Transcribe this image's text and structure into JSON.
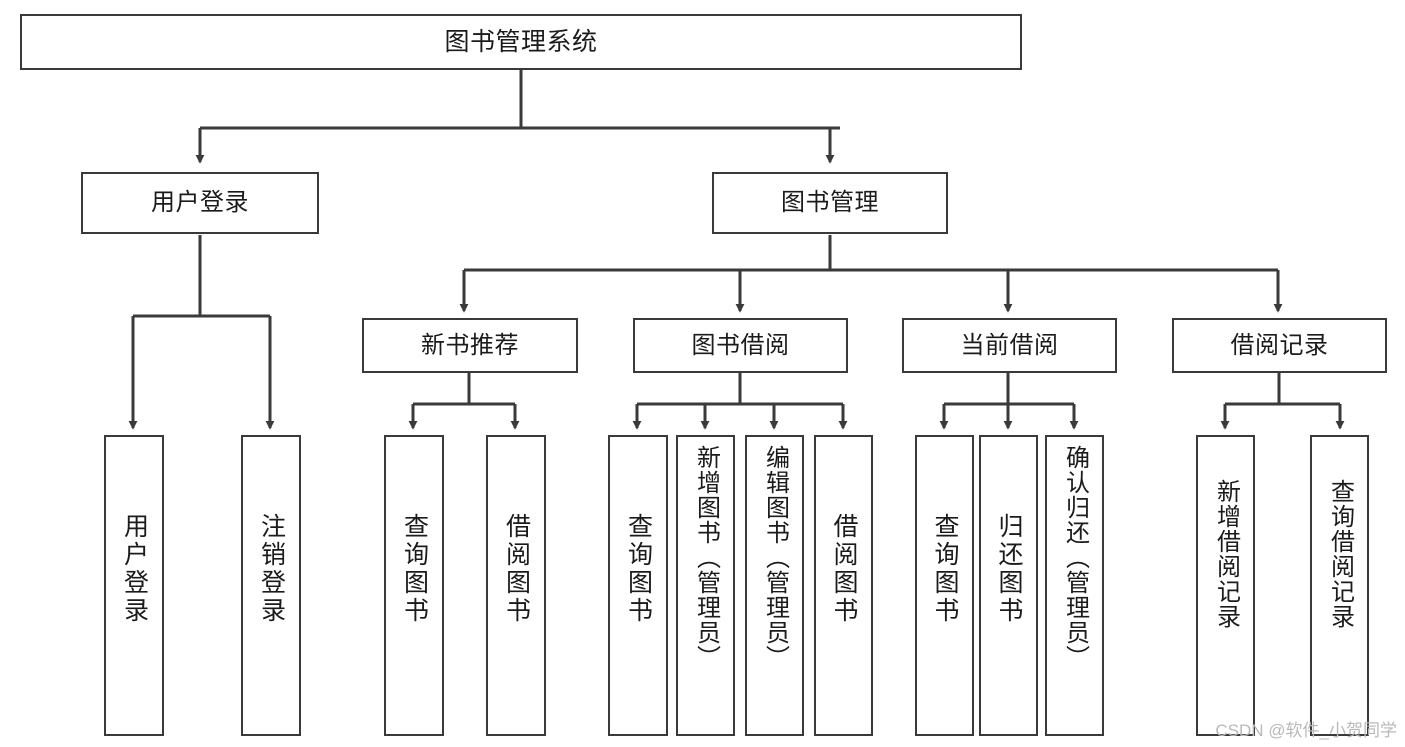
{
  "diagram": {
    "title": "图书管理系统",
    "watermark": "CSDN @软件_小贺同学",
    "stroke_color": "#3a3a3a",
    "text_color": "#1b1b1b",
    "background_color": "#ffffff",
    "type": "tree-hierarchy-diagram",
    "levels": 4
  },
  "nodes": {
    "root": {
      "label": "图书管理系统"
    },
    "level2": [
      {
        "label": "用户登录"
      },
      {
        "label": "图书管理"
      }
    ],
    "level3": [
      {
        "label": "新书推荐"
      },
      {
        "label": "图书借阅"
      },
      {
        "label": "当前借阅"
      },
      {
        "label": "借阅记录"
      }
    ],
    "leaves": {
      "user_login": [
        {
          "label": "用户登录"
        },
        {
          "label": "注销登录"
        }
      ],
      "new_book_recommend": [
        {
          "label": "查询图书"
        },
        {
          "label": "借阅图书"
        }
      ],
      "book_borrow": [
        {
          "label": "查询图书"
        },
        {
          "label": "新增图书（管理员）"
        },
        {
          "label": "编辑图书（管理员）"
        },
        {
          "label": "借阅图书"
        }
      ],
      "current_borrow": [
        {
          "label": "查询图书"
        },
        {
          "label": "归还图书"
        },
        {
          "label": "确认归还（管理员）"
        }
      ],
      "borrow_record": [
        {
          "label": "新增借阅记录"
        },
        {
          "label": "查询借阅记录"
        }
      ]
    }
  }
}
